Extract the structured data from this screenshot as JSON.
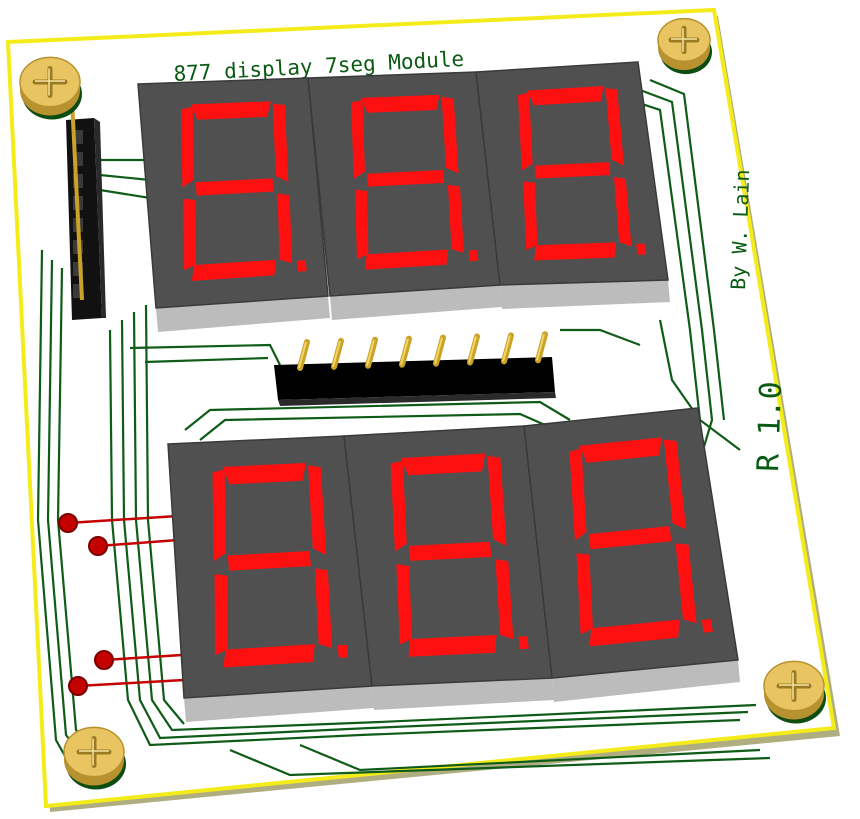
{
  "board": {
    "title": "877 display 7seg Module",
    "author": "By W. Lain",
    "revision": "R 1.0"
  },
  "colors": {
    "board_outline": "#f4ec1a",
    "board_fill": "#ffffff",
    "silkscreen": "#0a5a14",
    "trace": "#0f5c19",
    "red_wire": "#c40000",
    "segment_on": "#ff1010",
    "digit_face": "#505050",
    "digit_side": "#bcbcbc",
    "header_body": "#111111",
    "pin_gold": "#c9a227",
    "screw": "#e8c560"
  },
  "displays": {
    "top_row": [
      "8.",
      "8.",
      "8."
    ],
    "bottom_row": [
      "8.",
      "8.",
      "8."
    ]
  },
  "connectors": {
    "vertical_header_pins": 8,
    "horizontal_header_pins": 8
  },
  "icons": [
    "phillips-screw-icon",
    "phillips-screw-icon",
    "phillips-screw-icon",
    "phillips-screw-icon"
  ]
}
